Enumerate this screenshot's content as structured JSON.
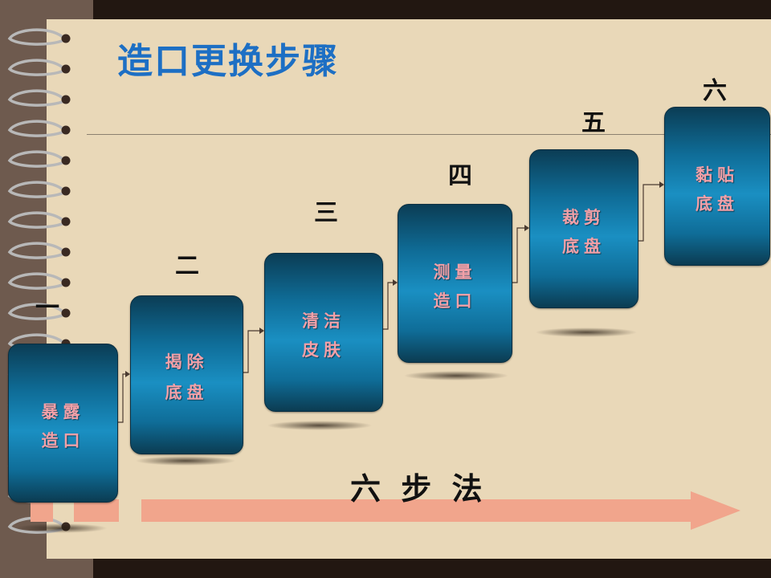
{
  "title": "造口更换步骤",
  "tagline": "六 步 法",
  "steps": [
    {
      "num": "一",
      "line1": "暴露",
      "line2": "造口"
    },
    {
      "num": "二",
      "line1": "揭除",
      "line2": "底盘"
    },
    {
      "num": "三",
      "line1": "清洁",
      "line2": "皮肤"
    },
    {
      "num": "四",
      "line1": "测量",
      "line2": "造口"
    },
    {
      "num": "五",
      "line1": "裁剪",
      "line2": "底盘"
    },
    {
      "num": "六",
      "line1": "黏贴",
      "line2": "底盘"
    }
  ],
  "colors": {
    "title": "#1d6fc4",
    "box": "#0f6d98",
    "box_text": "#f2a0a8",
    "arrow": "#f1a58c",
    "paper": "#e9d8b8"
  }
}
